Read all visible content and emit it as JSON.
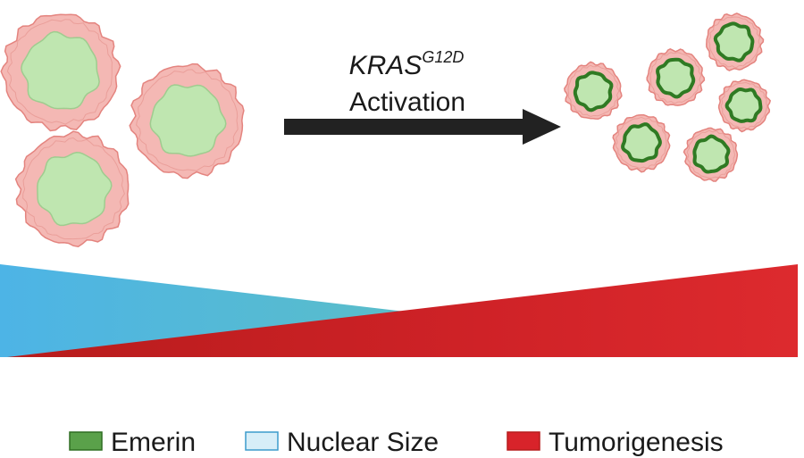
{
  "arrow": {
    "gene": "KRAS",
    "mutation": "G12D",
    "action": "Activation"
  },
  "legend": [
    {
      "label": "Emerin",
      "color": "#5aa14a"
    },
    {
      "label": "Nuclear Size",
      "color": "#d7eef8"
    },
    {
      "label": "Tumorigenesis",
      "color": "#d8232a"
    }
  ],
  "colors": {
    "cytoplasm": "#f4b8b4",
    "cytoplasm_edge": "#e4847f",
    "nucleus_fill": "#bfe6b0",
    "emerin_rim": "#2f7a23",
    "nuclear_size_blue": "#4db4e6",
    "nuclear_size_teal": "#5ec4b6",
    "tumorigenesis_red": "#d8232a",
    "tumorigenesis_dark": "#b71c1c",
    "arrow": "#222222"
  }
}
